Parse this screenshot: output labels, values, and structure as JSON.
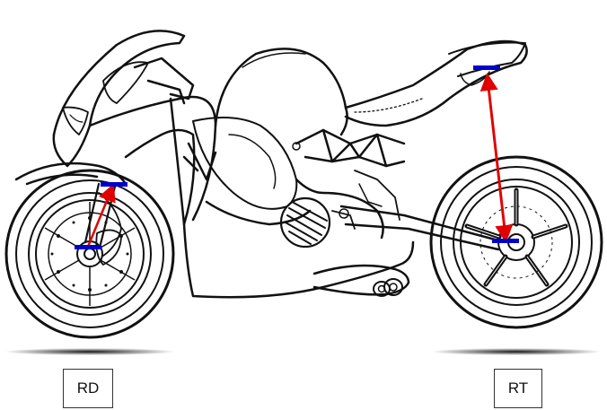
{
  "labels": {
    "front": "RD",
    "rear": "RT"
  },
  "colors": {
    "line_art": "#111111",
    "measure_arrow": "#e00000",
    "marker": "#0000cc",
    "ground_shadow": "#111111"
  },
  "markers": [
    "front-axle-marker",
    "front-fork-top-marker",
    "rear-axle-marker",
    "seat-marker"
  ],
  "arrows": [
    "front-measure-arrow",
    "rear-measure-arrow"
  ]
}
